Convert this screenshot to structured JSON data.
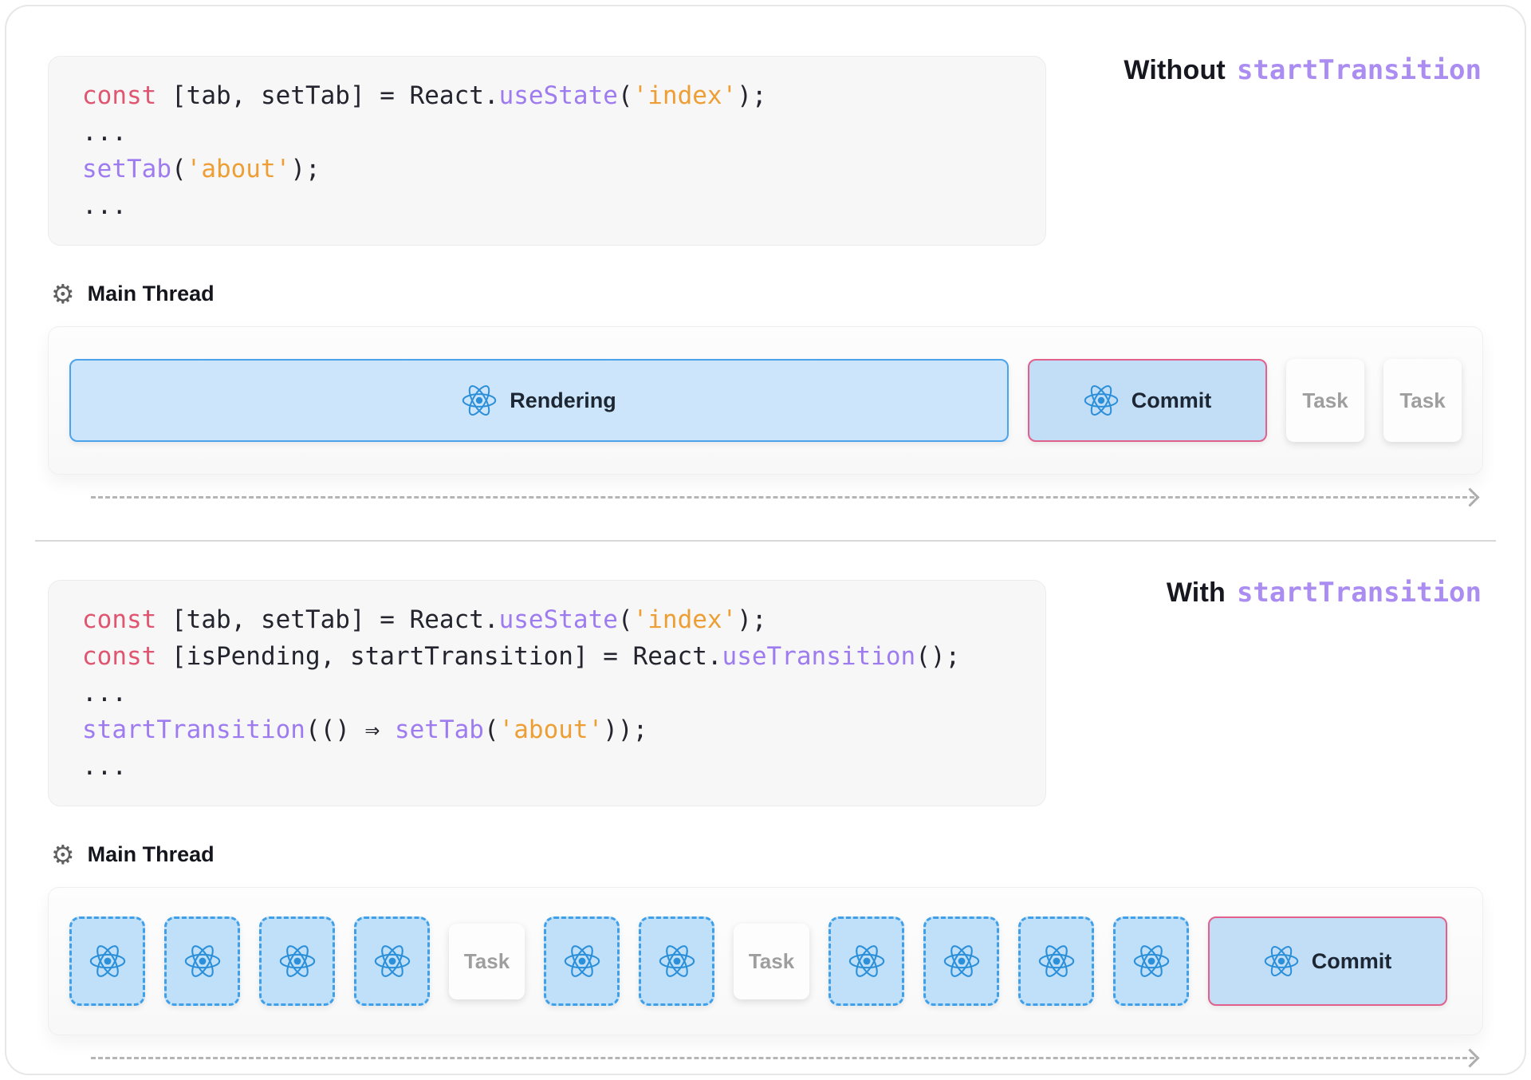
{
  "colors": {
    "keyword": "#e05570",
    "function_name": "#9e7cf0",
    "string": "#ed9f35",
    "plain_code": "#24242e",
    "title_code": "#ab8df2",
    "react_blue": "#2b8fd9",
    "rendering_fill": "#cde5fa",
    "rendering_border": "#4ba3ec",
    "commit_fill": "#c2ddf6",
    "commit_border": "#e2608c",
    "chunk_fill": "#bfe0f8",
    "chunk_border": "#3f9fe8",
    "task_text": "#9e9e9e"
  },
  "sections": [
    {
      "id": "without",
      "title": {
        "prefix": "Without",
        "code": "startTransition"
      },
      "code_lines": [
        [
          {
            "t": "const",
            "c": "kw"
          },
          {
            "t": " [tab, setTab] = React.",
            "c": "pl"
          },
          {
            "t": "useState",
            "c": "fn"
          },
          {
            "t": "(",
            "c": "pl"
          },
          {
            "t": "'index'",
            "c": "st"
          },
          {
            "t": ");",
            "c": "pl"
          }
        ],
        [
          {
            "t": "...",
            "c": "pl"
          }
        ],
        [
          {
            "t": "setTab",
            "c": "fn"
          },
          {
            "t": "(",
            "c": "pl"
          },
          {
            "t": "'about'",
            "c": "st"
          },
          {
            "t": ");",
            "c": "pl"
          }
        ],
        [
          {
            "t": "...",
            "c": "pl"
          }
        ]
      ],
      "main_thread": {
        "icon": "gear-icon",
        "label": "Main Thread"
      },
      "timeline": [
        {
          "kind": "rendering",
          "label": "Rendering",
          "icon": "react-icon"
        },
        {
          "kind": "commit",
          "label": "Commit",
          "icon": "react-icon"
        },
        {
          "kind": "task",
          "label": "Task"
        },
        {
          "kind": "task",
          "label": "Task"
        }
      ]
    },
    {
      "id": "with",
      "title": {
        "prefix": "With",
        "code": "startTransition"
      },
      "code_lines": [
        [
          {
            "t": "const",
            "c": "kw"
          },
          {
            "t": " [tab, setTab] = React.",
            "c": "pl"
          },
          {
            "t": "useState",
            "c": "fn"
          },
          {
            "t": "(",
            "c": "pl"
          },
          {
            "t": "'index'",
            "c": "st"
          },
          {
            "t": ");",
            "c": "pl"
          }
        ],
        [
          {
            "t": "const",
            "c": "kw"
          },
          {
            "t": " [isPending, startTransition] = React.",
            "c": "pl"
          },
          {
            "t": "useTransition",
            "c": "fn"
          },
          {
            "t": "();",
            "c": "pl"
          }
        ],
        [
          {
            "t": "...",
            "c": "pl"
          }
        ],
        [
          {
            "t": "startTransition",
            "c": "fn"
          },
          {
            "t": "(() ⇒ ",
            "c": "pl"
          },
          {
            "t": "setTab",
            "c": "fn"
          },
          {
            "t": "(",
            "c": "pl"
          },
          {
            "t": "'about'",
            "c": "st"
          },
          {
            "t": "));",
            "c": "pl"
          }
        ],
        [
          {
            "t": "...",
            "c": "pl"
          }
        ]
      ],
      "main_thread": {
        "icon": "gear-icon",
        "label": "Main Thread"
      },
      "timeline": [
        {
          "kind": "chunk",
          "icon": "react-icon"
        },
        {
          "kind": "chunk",
          "icon": "react-icon"
        },
        {
          "kind": "chunk",
          "icon": "react-icon"
        },
        {
          "kind": "chunk",
          "icon": "react-icon"
        },
        {
          "kind": "task",
          "label": "Task"
        },
        {
          "kind": "chunk",
          "icon": "react-icon"
        },
        {
          "kind": "chunk",
          "icon": "react-icon"
        },
        {
          "kind": "task",
          "label": "Task"
        },
        {
          "kind": "chunk",
          "icon": "react-icon"
        },
        {
          "kind": "chunk",
          "icon": "react-icon"
        },
        {
          "kind": "chunk",
          "icon": "react-icon"
        },
        {
          "kind": "chunk",
          "icon": "react-icon"
        },
        {
          "kind": "commit",
          "label": "Commit",
          "icon": "react-icon"
        }
      ]
    }
  ]
}
